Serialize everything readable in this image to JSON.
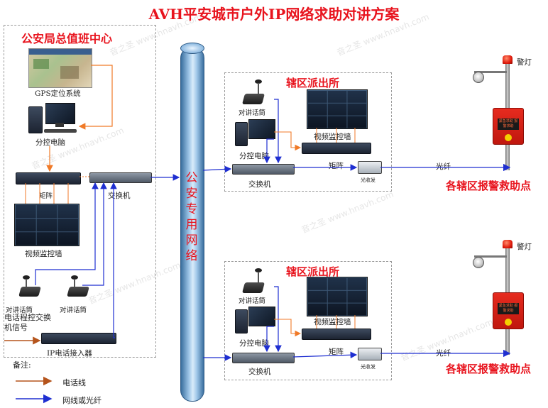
{
  "diagram": {
    "title": "AVH平安城市户外IP网络求助对讲方案",
    "hq": {
      "title": "公安局总值班中心",
      "gps_label": "GPS定位系统",
      "pc_label": "分控电脑",
      "matrix_label": "矩阵",
      "switch_label": "交换机",
      "wall_label": "视频监控墙",
      "intercom_labels": [
        "对讲话筒",
        "对讲话筒"
      ],
      "phone_signal_label": "电话程控交换机信号",
      "ip_gateway_label": "IP电话接入器"
    },
    "network": {
      "label": "公安专用网络"
    },
    "stations": [
      {
        "title": "辖区派出所",
        "intercom_label": "对讲话筒",
        "pc_label": "分控电脑",
        "wall_label": "视频监控墙",
        "matrix_label": "矩阵",
        "switch_label": "交换机",
        "converter_label": "光收发",
        "fiber_label": "光纤",
        "callpoint_label": "各辖区报警救助点",
        "warning_light_label": "警灯",
        "callbox_text": "紧急求助 报警求助"
      },
      {
        "title": "辖区派出所",
        "intercom_label": "对讲话筒",
        "pc_label": "分控电脑",
        "wall_label": "视频监控墙",
        "matrix_label": "矩阵",
        "switch_label": "交换机",
        "converter_label": "光收发",
        "fiber_label": "光纤",
        "callpoint_label": "各辖区报警救助点",
        "warning_light_label": "警灯",
        "callbox_text": "紧急求助 报警求助"
      }
    ],
    "legend": {
      "title": "备注:",
      "items": [
        {
          "label": "电话线",
          "color": "#b5541c"
        },
        {
          "label": "网线或光纤",
          "color": "#1f2fd1"
        }
      ]
    },
    "watermark_text": "音之圣 www.hnavh.com",
    "colors": {
      "title_red": "#e8141e",
      "phone_line": "#b5541c",
      "network_line": "#1f2fd1",
      "signal_orange": "#f07a28"
    }
  }
}
